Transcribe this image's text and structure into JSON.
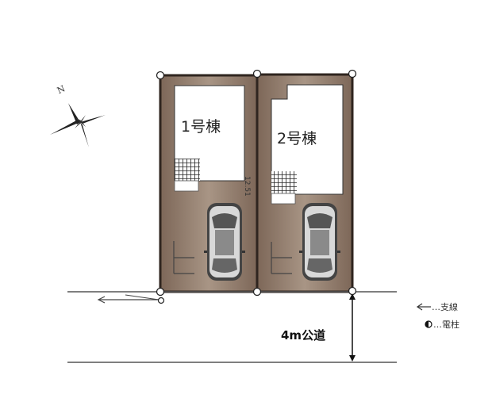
{
  "compass": {
    "north_label": "N"
  },
  "lots": [
    {
      "label": "1号棟"
    },
    {
      "label": "2号棟"
    }
  ],
  "dimension": "12.51",
  "road": {
    "label": "4m公道"
  },
  "legend": [
    {
      "icon": "arrow-left-icon",
      "label": "…支線"
    },
    {
      "icon": "half-circle-icon",
      "label": "…電柱"
    }
  ],
  "colors": {
    "lot_fill": "#8c7767",
    "lot_border": "#3a2e26",
    "building": "#ffffff"
  }
}
